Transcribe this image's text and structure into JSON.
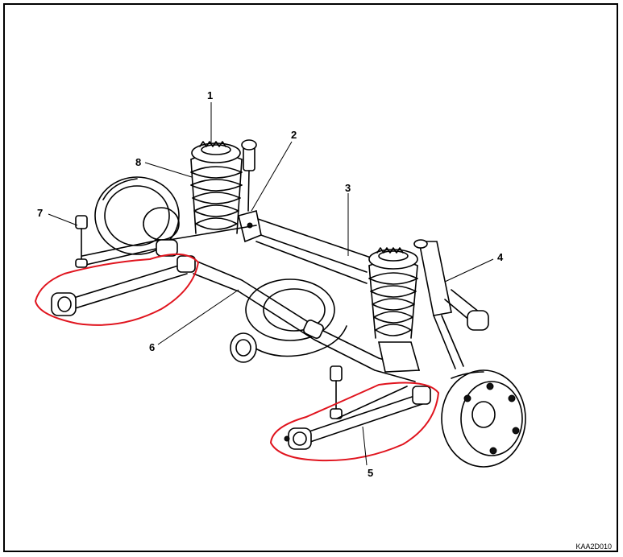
{
  "callouts": {
    "c1": "1",
    "c2": "2",
    "c3": "3",
    "c4": "4",
    "c5": "5",
    "c6": "6",
    "c7": "7",
    "c8": "8"
  },
  "reference_code": "KAA2D010",
  "colors": {
    "line_art": "#000000",
    "highlight": "#e0141e",
    "background": "#ffffff"
  }
}
